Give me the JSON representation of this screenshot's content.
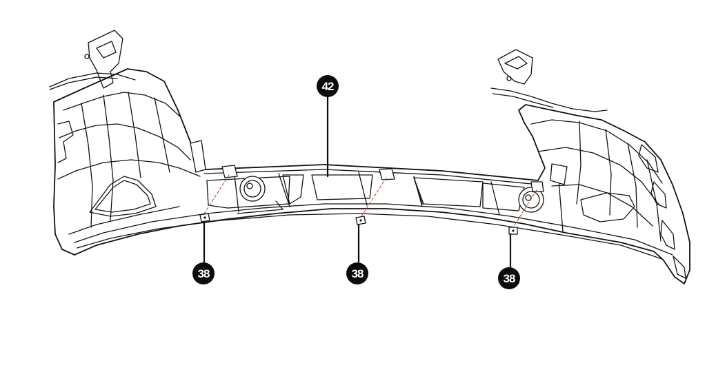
{
  "diagram": {
    "colors": {
      "line": "#111111",
      "fill": "#ffffff",
      "callout_bg": "#0b0b0b",
      "callout_text": "#ffffff",
      "dash": "#c0392b"
    },
    "callouts": {
      "bumper": {
        "label": "42"
      },
      "clip_left": {
        "label": "38"
      },
      "clip_center": {
        "label": "38"
      },
      "clip_right": {
        "label": "38"
      }
    }
  }
}
